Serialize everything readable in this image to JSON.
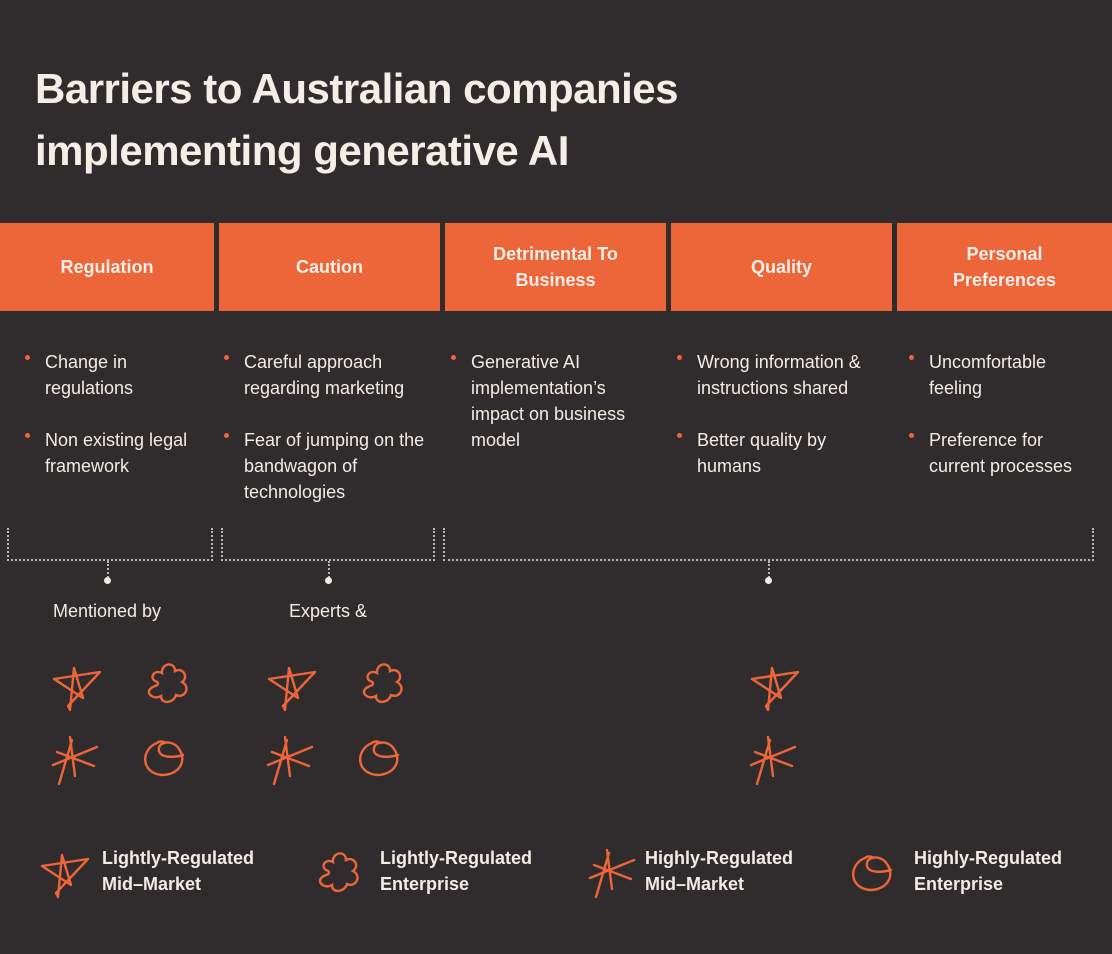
{
  "title": "Barriers to Australian companies implementing generative AI",
  "accent_color": "#ec663a",
  "background_color": "#302c2d",
  "categories": [
    {
      "label": "Regulation",
      "bullets": [
        "Change in regulations",
        "Non existing legal framework"
      ]
    },
    {
      "label": "Caution",
      "bullets": [
        "Careful approach regarding marketing",
        "Fear of jumping on the bandwagon of technologies"
      ]
    },
    {
      "label": "Detrimental To Business",
      "bullets": [
        "Generative AI implementation’s impact on business model"
      ]
    },
    {
      "label": "Quality",
      "bullets": [
        "Wrong information & instructions shared",
        "Better quality by humans"
      ]
    },
    {
      "label": "Personal Preferences",
      "bullets": [
        "Uncomfortable feeling",
        "Preference for current processes"
      ]
    }
  ],
  "mention_labels": [
    "Mentioned by",
    "Experts &"
  ],
  "legend": [
    {
      "icon": "star-icon",
      "line1": "Lightly-Regulated",
      "line2": "Mid–Market"
    },
    {
      "icon": "cloud-icon",
      "line1": "Lightly-Regulated",
      "line2": "Enterprise"
    },
    {
      "icon": "asterisk-icon",
      "line1": "Highly-Regulated",
      "line2": "Mid–Market"
    },
    {
      "icon": "circle-icon",
      "line1": "Highly-Regulated",
      "line2": "Enterprise"
    }
  ]
}
